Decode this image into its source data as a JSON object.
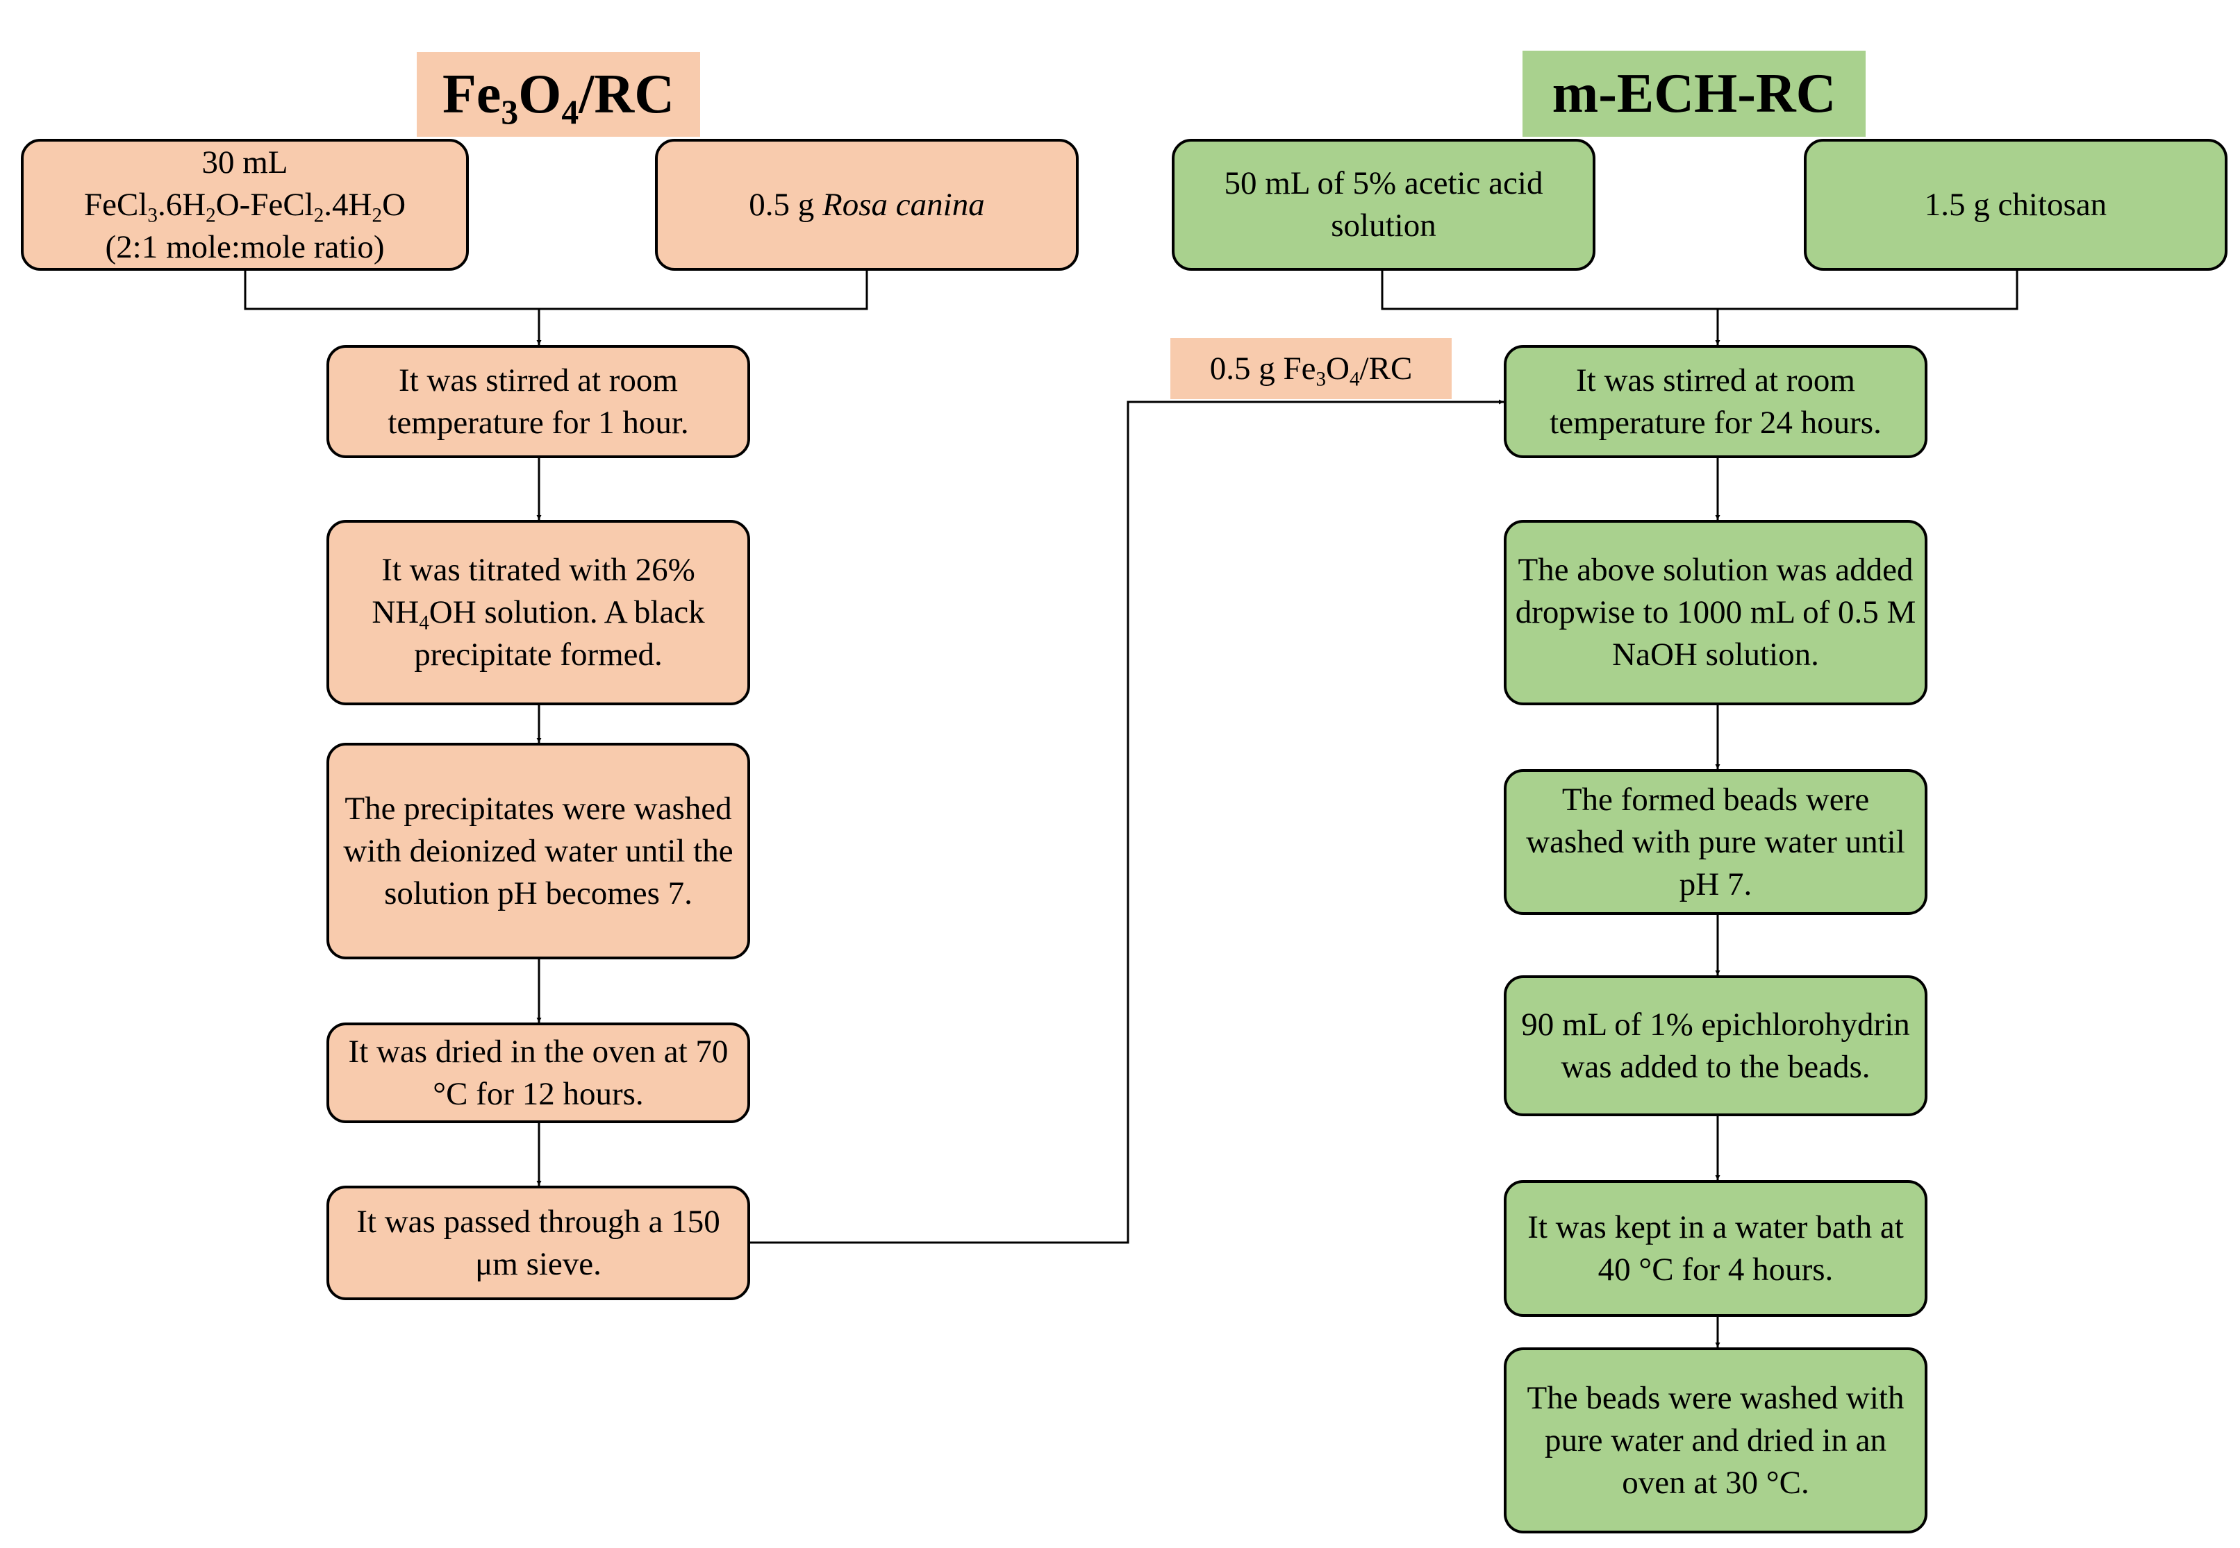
{
  "left_column": {
    "title": {
      "base": "Fe",
      "s1": "3",
      "mid": "O",
      "s2": "4",
      "end": "/RC"
    },
    "input_fe": {
      "line1": "30 mL",
      "formula": {
        "a": "FeCl",
        "s1": "3",
        "b": ".6H",
        "s2": "2",
        "c": "O-FeCl",
        "s3": "2",
        "d": ".4H",
        "s4": "2",
        "e": "O"
      },
      "line3": "(2:1 mole:mole ratio)"
    },
    "input_rosa": {
      "amount": "0.5 g ",
      "species": "Rosa canina"
    },
    "step_stir": "It was stirred at room temperature for 1 hour.",
    "step_titrate": {
      "pre": "It was titrated with 26% NH",
      "sub": "4",
      "post": "OH solution. A black precipitate formed."
    },
    "step_wash": "The precipitates were washed with deionized water until the solution pH becomes 7.",
    "step_dry": "It was dried in the oven at 70 °C for 12 hours.",
    "step_sieve": "It was passed through a 150 μm sieve."
  },
  "right_column": {
    "title": "m-ECH-RC",
    "input_acetic": "50 mL of 5% acetic acid solution",
    "input_chitosan": "1.5 g chitosan",
    "tag_fe3o4": {
      "pre": "0.5 g Fe",
      "s1": "3",
      "mid": "O",
      "s2": "4",
      "end": "/RC"
    },
    "step_stir": "It was stirred at room temperature for 24 hours.",
    "step_drop": "The above solution was added dropwise to 1000 mL of 0.5 M NaOH solution.",
    "step_wash": "The formed beads were washed with pure water until pH 7.",
    "step_ech": "90 mL of 1% epichlorohydrin was added to the beads.",
    "step_bath": "It was kept in a water bath at 40 °C for 4 hours.",
    "step_final": "The beads were washed with pure water and dried in an oven at 30 °C."
  },
  "colors": {
    "orange_fill": "#f8cbad",
    "green_fill": "#a9d18e",
    "stroke": "#000000"
  }
}
